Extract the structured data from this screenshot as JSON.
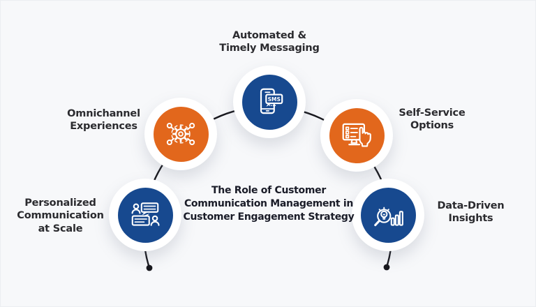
{
  "title": {
    "text": "The Role of Customer\nCommunication Management in\nCustomer Engagement Strategy",
    "color": "#1a1c28"
  },
  "palette": {
    "node_blue": "#17498f",
    "node_orange": "#e2671c",
    "connector_line": "#17171c",
    "ring_white": "#ffffff",
    "background": "#f7f8fa",
    "label_text": "#2b2b2f"
  },
  "nodes": [
    {
      "id": "automated-timely-messaging",
      "label": "Automated &\nTimely Messaging",
      "icon": "sms-phone-icon",
      "icon_text": "SMS",
      "color": "#17498f"
    },
    {
      "id": "omnichannel-experiences",
      "label": "Omnichannel\nExperiences",
      "icon": "omnichannel-network-gear-icon",
      "color": "#e2671c"
    },
    {
      "id": "self-service-options",
      "label": "Self-Service\nOptions",
      "icon": "self-service-screen-hand-icon",
      "color": "#e2671c"
    },
    {
      "id": "personalized-communication-at-scale",
      "label": "Personalized\nCommunication\nat Scale",
      "icon": "people-chat-bubbles-icon",
      "color": "#17498f"
    },
    {
      "id": "data-driven-insights",
      "label": "Data-Driven\nInsights",
      "icon": "magnifier-bulb-chart-icon",
      "color": "#17498f"
    }
  ]
}
